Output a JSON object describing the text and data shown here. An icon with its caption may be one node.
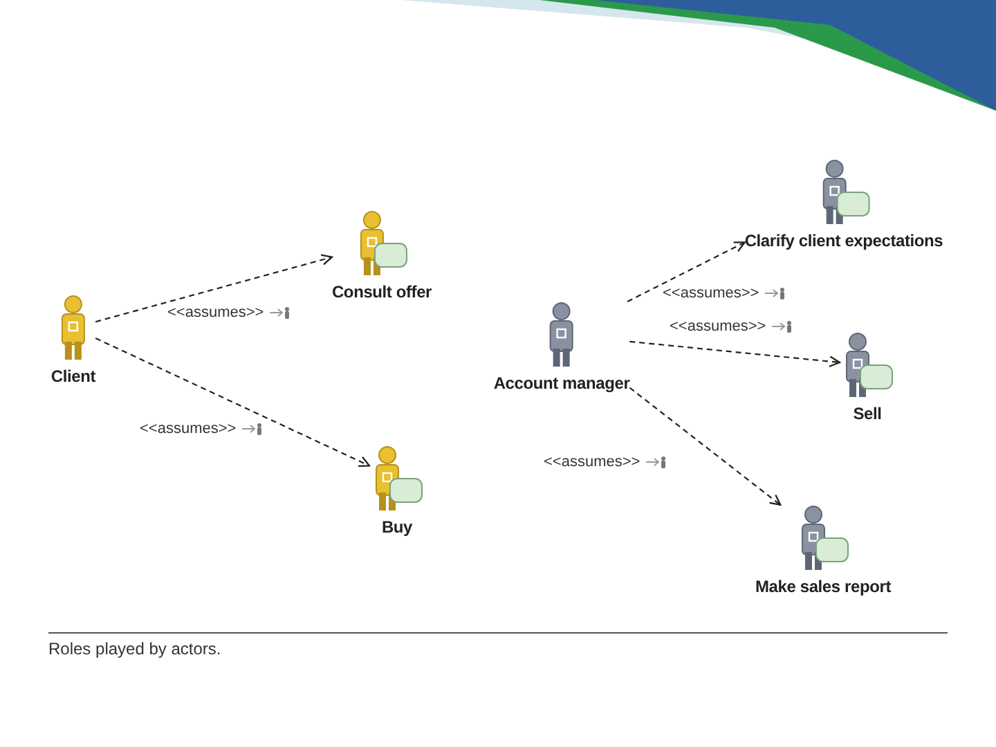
{
  "diagram": {
    "caption": "Roles played by actors.",
    "nodes": [
      {
        "text": [
          "Client"
        ]
      },
      {
        "text": [
          "Consult offer"
        ]
      },
      {
        "text": [
          "Buy"
        ]
      },
      {
        "text": [
          "Account manager"
        ]
      },
      {
        "text": [
          "Clarify client expectations"
        ]
      },
      {
        "text": [
          "Sell"
        ]
      },
      {
        "text": [
          "Make sales report"
        ]
      }
    ],
    "edges": [
      {
        "from": 0,
        "to": 1,
        "arrow": "to",
        "label": "<<assumes>>",
        "style": "dashed"
      },
      {
        "from": 0,
        "to": 2,
        "arrow": "to",
        "label": "<<assumes>>",
        "style": "dashed"
      },
      {
        "from": 3,
        "to": 4,
        "arrow": "to",
        "label": "<<assumes>>",
        "style": "dashed"
      },
      {
        "from": 3,
        "to": 5,
        "arrow": "to",
        "label": "<<assumes>>",
        "style": "dashed"
      },
      {
        "from": 3,
        "to": 6,
        "arrow": "to",
        "label": "<<assumes>>",
        "style": "dashed"
      }
    ]
  }
}
